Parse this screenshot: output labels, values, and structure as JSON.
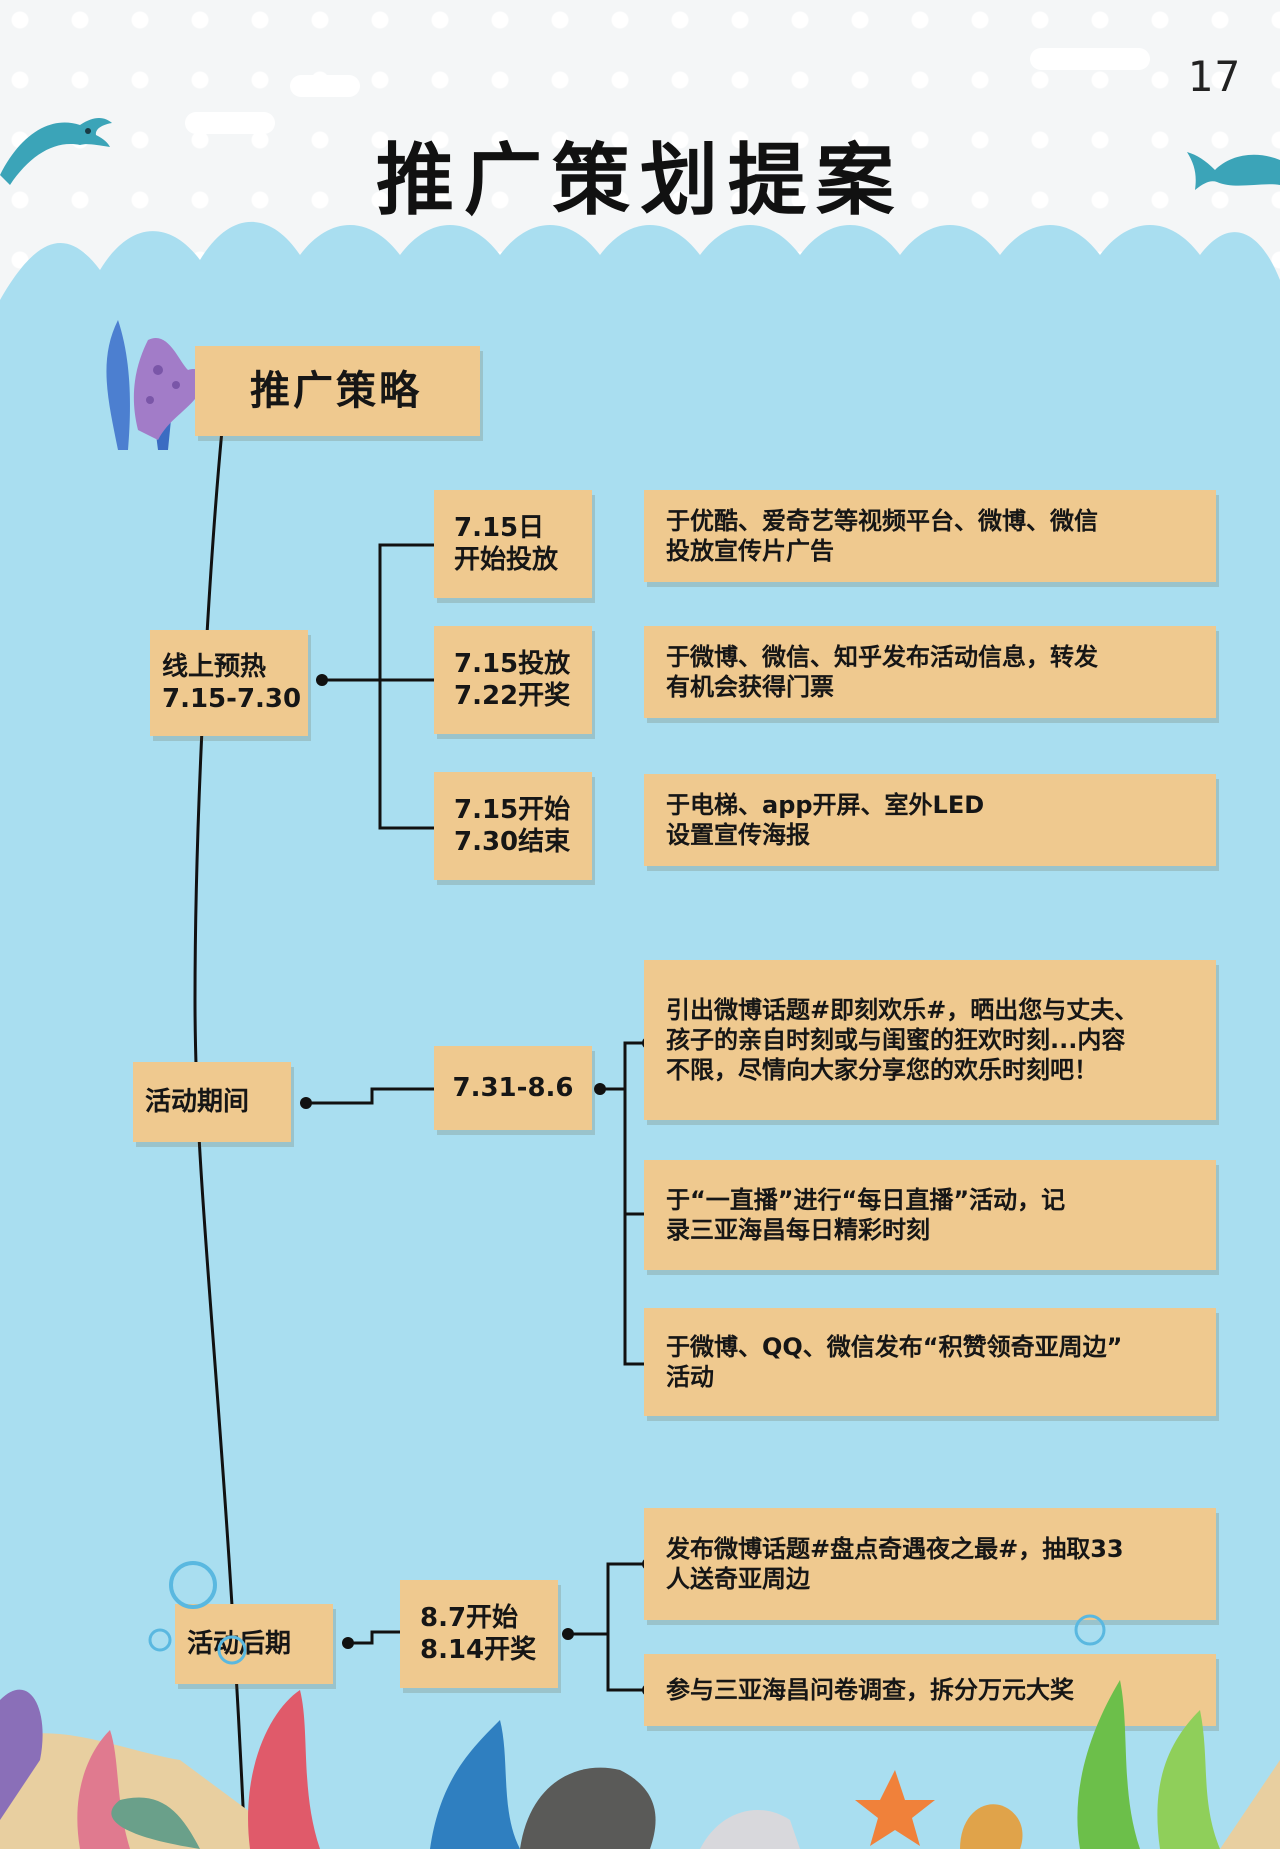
{
  "page": {
    "number": "17",
    "title": "推广策划提案"
  },
  "section": {
    "title": "推广策略"
  },
  "phases": [
    {
      "label": "线上预热\n7.15-7.30",
      "items": [
        {
          "date": "7.15日\n开始投放",
          "desc": "于优酷、爱奇艺等视频平台、微博、微信\n投放宣传片广告"
        },
        {
          "date": "7.15投放\n7.22开奖",
          "desc": "于微博、微信、知乎发布活动信息，转发\n有机会获得门票"
        },
        {
          "date": "7.15开始\n7.30结束",
          "desc": "于电梯、app开屏、室外LED\n设置宣传海报"
        }
      ]
    },
    {
      "label": "活动期间",
      "date": "7.31-8.6",
      "items": [
        {
          "desc": "引出微博话题#即刻欢乐#，晒出您与丈夫、\n孩子的亲自时刻或与闺蜜的狂欢时刻...内容\n不限，尽情向大家分享您的欢乐时刻吧！"
        },
        {
          "desc": "于“一直播”进行“每日直播”活动，记\n录三亚海昌每日精彩时刻"
        },
        {
          "desc": "于微博、QQ、微信发布“积赞领奇亚周边”\n活动"
        }
      ]
    },
    {
      "label": "活动后期",
      "date": "8.7开始\n8.14开奖",
      "items": [
        {
          "desc": "发布微博话题#盘点奇遇夜之最#，抽取33\n人送奇亚周边"
        },
        {
          "desc": "参与三亚海昌问卷调查，拆分万元大奖"
        }
      ]
    }
  ],
  "colors": {
    "sky": "#a9def0",
    "label": "#efc98f",
    "band": "#f4f6f7",
    "line": "#111111"
  },
  "icons": [
    "dolphin-icon",
    "coral-icon",
    "starfish-icon",
    "shell-icon",
    "cloud-icon",
    "bubble-icon"
  ]
}
